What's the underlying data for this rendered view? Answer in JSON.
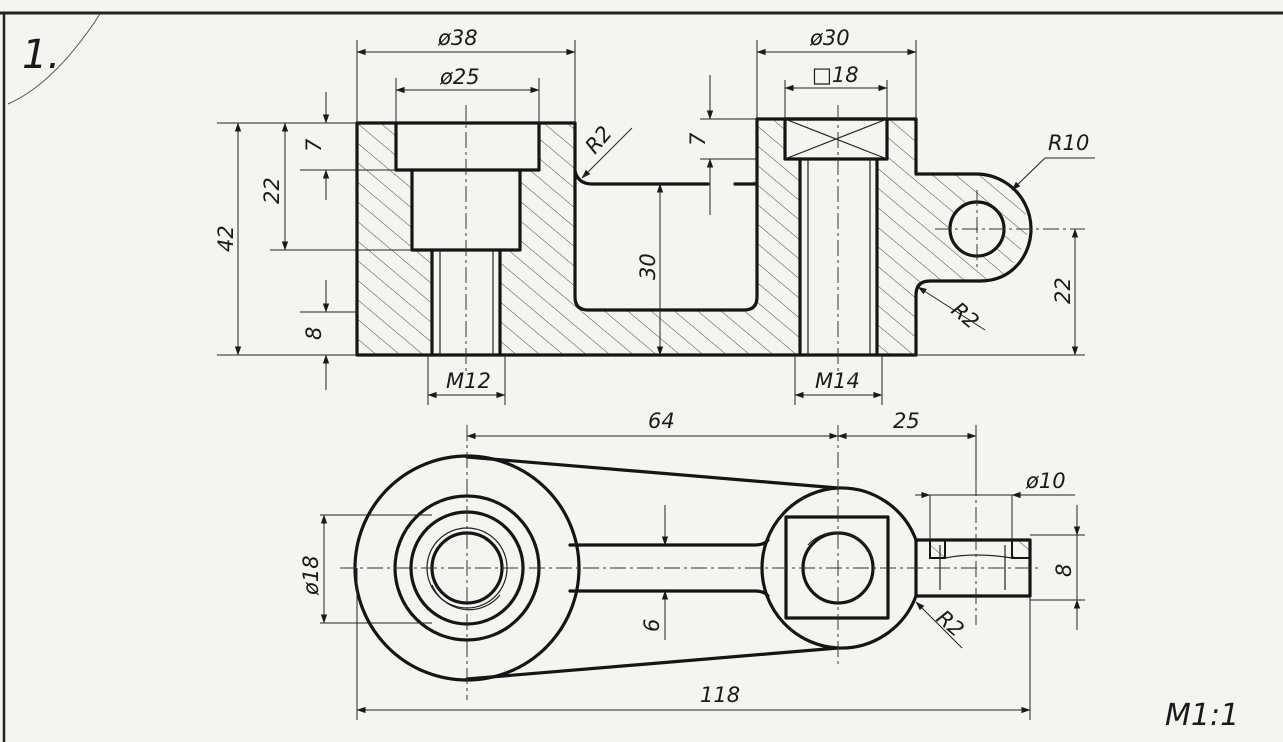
{
  "sheet": {
    "exercise_number": "1.",
    "scale_label": "M1:1"
  },
  "section_view": {
    "dims": {
      "d38": "ø38",
      "d25": "ø25",
      "d30": "ø30",
      "sq18": "□18",
      "v42": "42",
      "v22_left": "22",
      "v7_left": "7",
      "v8": "8",
      "v7_mid": "7",
      "v30": "30",
      "v22_right": "22",
      "r2_slot": "R2",
      "r2_boss": "R2",
      "r10": "R10",
      "m12": "M12",
      "m14": "M14"
    }
  },
  "top_view": {
    "dims": {
      "h64": "64",
      "h25": "25",
      "d10": "ø10",
      "d18": "ø18",
      "v8": "8",
      "v6": "6",
      "r2": "R2",
      "h118": "118"
    }
  },
  "colors": {
    "paper": "#f4f4f1",
    "ink": "#151515"
  }
}
